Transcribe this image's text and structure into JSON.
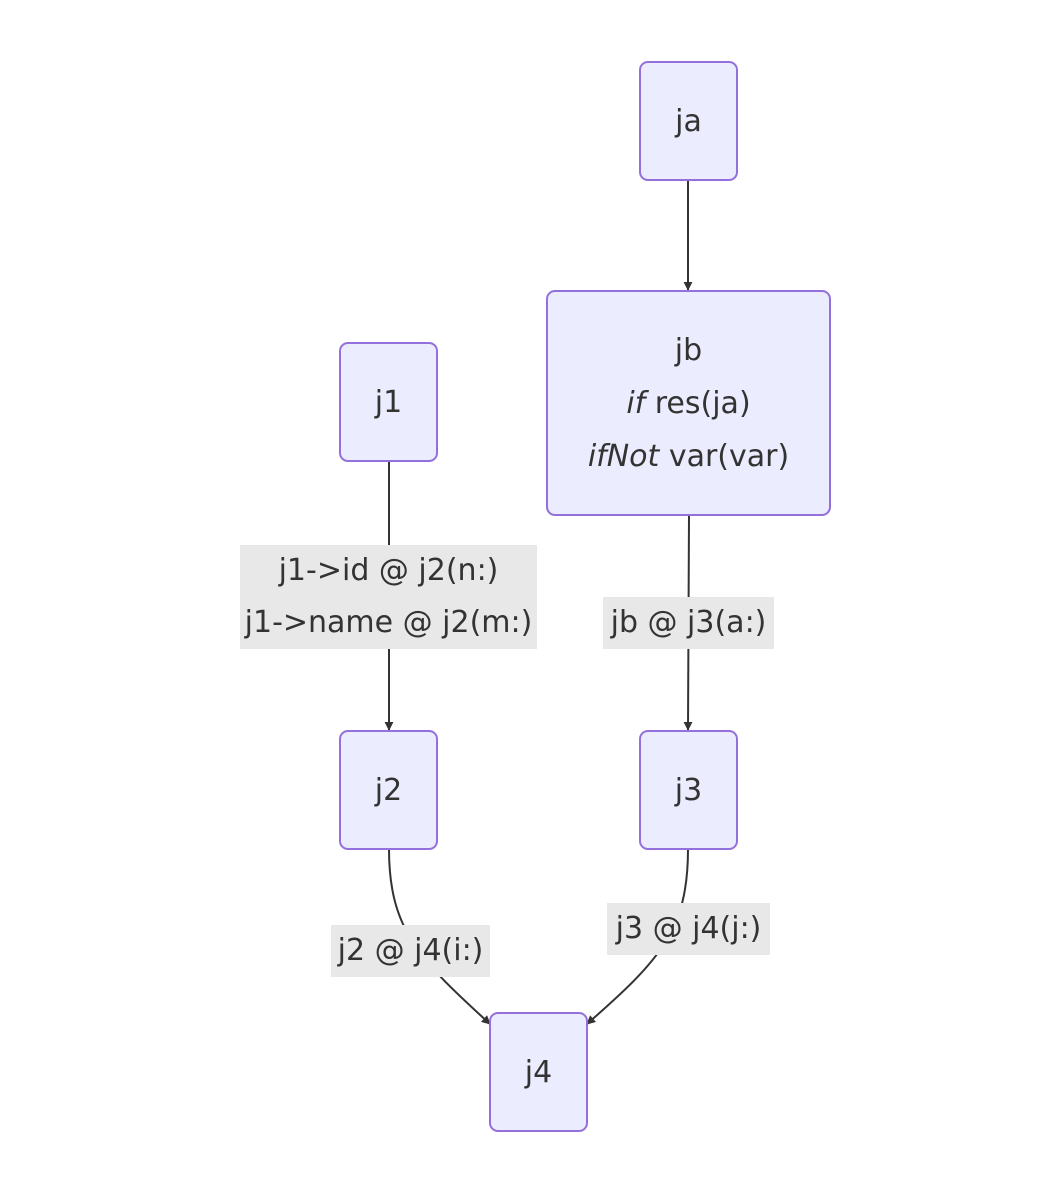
{
  "colors": {
    "node_fill": "#ececff",
    "node_stroke": "#9370db",
    "edge": "#333333",
    "edge_label_bg": "#e8e8e8",
    "text": "#333333"
  },
  "nodes": {
    "ja": {
      "label": "ja"
    },
    "jb": {
      "line1": "jb",
      "line2_keyword": "if",
      "line2_text": " res(ja)",
      "line3_keyword": "ifNot",
      "line3_text": " var(var)"
    },
    "j1": {
      "label": "j1"
    },
    "j2": {
      "label": "j2"
    },
    "j3": {
      "label": "j3"
    },
    "j4": {
      "label": "j4"
    }
  },
  "edges": {
    "ja_jb": {
      "from": "ja",
      "to": "jb"
    },
    "j1_j2": {
      "from": "j1",
      "to": "j2",
      "line1": "j1->id @ j2(n:)",
      "line2": "j1->name @ j2(m:)"
    },
    "jb_j3": {
      "from": "jb",
      "to": "j3",
      "label": "jb @ j3(a:)"
    },
    "j2_j4": {
      "from": "j2",
      "to": "j4",
      "label": "j2 @ j4(i:)"
    },
    "j3_j4": {
      "from": "j3",
      "to": "j4",
      "label": "j3 @ j4(j:)"
    }
  }
}
